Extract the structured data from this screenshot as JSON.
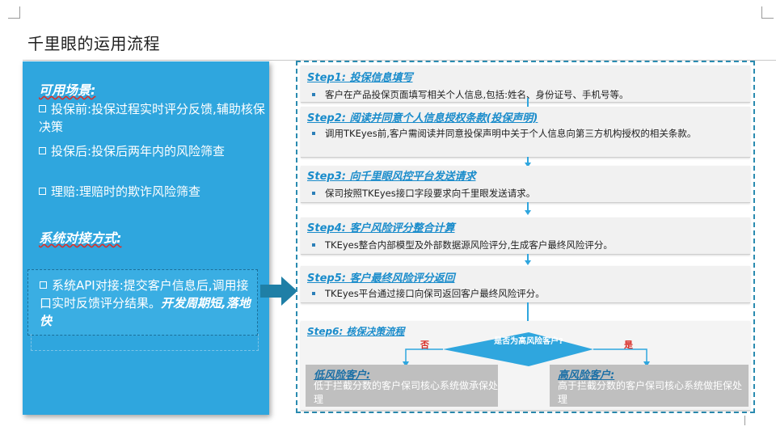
{
  "slide": {
    "title": "千里眼的运用流程"
  },
  "left_panel": {
    "scenarios_heading": "可用场景:",
    "scenarios": [
      "投保前:投保过程实时评分反馈,辅助核保决策",
      "投保后:投保后两年内的风险筛查",
      "理赔:理赔时的欺诈风险筛查"
    ],
    "integration_heading": "系统对接方式:",
    "integration_text": "系统API对接:提交客户信息后,调用接口实时反馈评分结果。",
    "integration_emphasis": "开发周期短,落地快"
  },
  "steps": [
    {
      "title": "Step1: 投保信息填写",
      "body": "客户在产品投保页面填写相关个人信息,包括:姓名、身份证号、手机号等。"
    },
    {
      "title": "Step2: 阅读并同意个人信息授权条款(投保声明)",
      "body": "调用TKEyes前,客户需阅读并同意投保声明中关于个人信息向第三方机构授权的相关条款。"
    },
    {
      "title": "Step3: 向千里眼风控平台发送请求",
      "body": "保司按照TKEyes接口字段要求向千里眼发送请求。"
    },
    {
      "title": "Step4: 客户风险评分整合计算",
      "body": "TKEyes整合内部模型及外部数据源风险评分,生成客户最终风险评分。"
    },
    {
      "title": "Step5: 客户最终风险评分返回",
      "body": "TKEyes平台通过接口向保司返回客户最终风险评分。"
    },
    {
      "title": "Step6: 核保决策流程",
      "body": ""
    }
  ],
  "decision": {
    "question": "是否为高风险客户?",
    "no_label": "否",
    "yes_label": "是",
    "low_title": "低风险客户:",
    "low_desc": "低于拦截分数的客户保司核心系统做承保处理",
    "high_title": "高风险客户:",
    "high_desc": "高于拦截分数的客户保司核心系统做拒保处理"
  },
  "colors": {
    "panel_blue": "#2fa6de",
    "step_title_blue": "#1a8ccb",
    "arrow_teal": "#1f7fa6",
    "dashed_border": "#2a8bb0",
    "outcome_gray": "#bfbfbf"
  }
}
